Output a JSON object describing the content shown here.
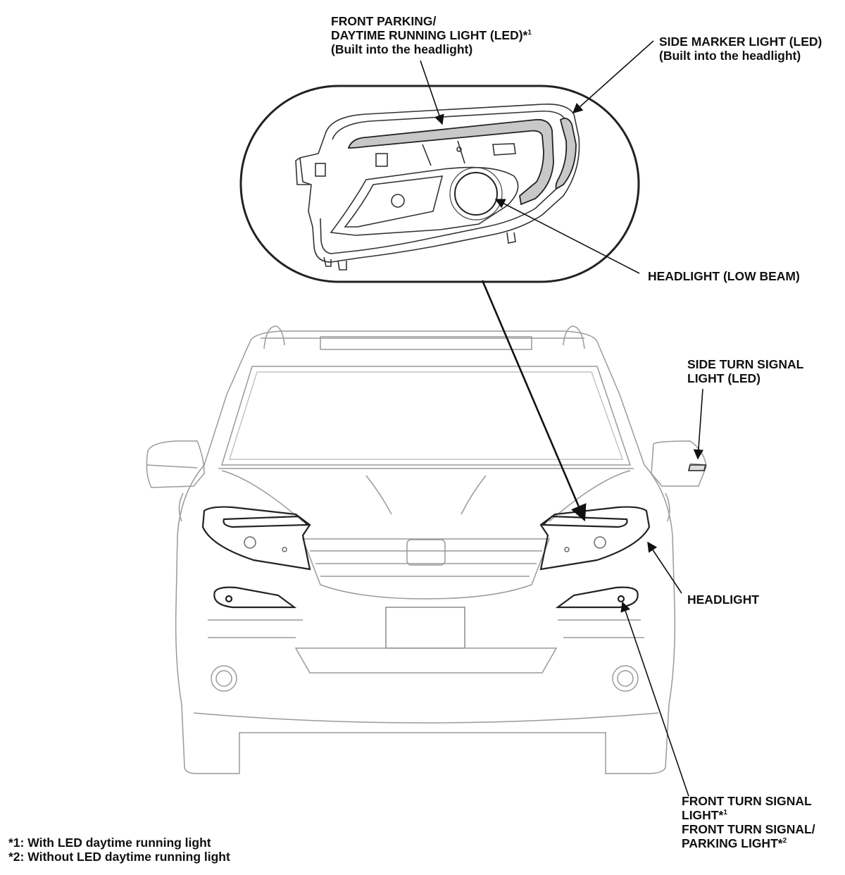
{
  "labels": {
    "front_parking": {
      "line1": "FRONT PARKING/",
      "line2": "DAYTIME RUNNING LIGHT (LED)*",
      "line2_sup": "1",
      "line3": "(Built into the headlight)"
    },
    "side_marker": {
      "line1": "SIDE MARKER LIGHT (LED)",
      "line2": "(Built into the headlight)"
    },
    "headlight_low_beam": "HEADLIGHT (LOW BEAM)",
    "side_turn_signal": {
      "line1": "SIDE TURN SIGNAL",
      "line2": "LIGHT (LED)"
    },
    "headlight": "HEADLIGHT",
    "front_turn_signal": {
      "line1": "FRONT TURN SIGNAL",
      "line2": "LIGHT*",
      "line2_sup": "1",
      "line3": "FRONT TURN SIGNAL/",
      "line4": "PARKING LIGHT*",
      "line4_sup": "2"
    }
  },
  "footnotes": {
    "note1": "*1: With LED daytime running light",
    "note2": "*2: Without LED daytime running light"
  },
  "colors": {
    "line": "#222222",
    "faint_line": "#9a9a9a",
    "led_fill": "#c8c8c8",
    "background": "#ffffff"
  }
}
